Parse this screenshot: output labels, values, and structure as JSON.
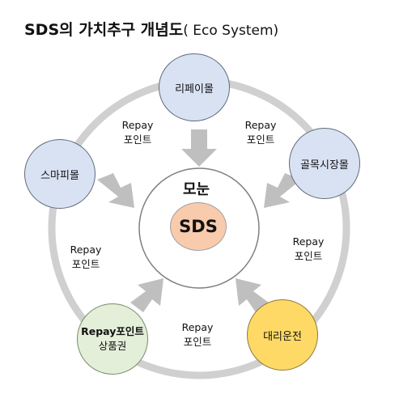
{
  "title": {
    "main": "SDS의 가치추구 개념도",
    "sub": "( Eco System)"
  },
  "center": {
    "label": "모눈",
    "core": "SDS"
  },
  "nodes": {
    "top": "리페이몰",
    "left": "스마피몰",
    "right": "골목시장몰",
    "bottom_left_line1": "Repay포인트",
    "bottom_left_line2": "상품권",
    "bottom_right": "대리운전"
  },
  "points": [
    {
      "line1": "Repay",
      "line2": "포인트"
    },
    {
      "line1": "Repay",
      "line2": "포인트"
    },
    {
      "line1": "Repay",
      "line2": "포인트"
    },
    {
      "line1": "Repay",
      "line2": "포인트"
    },
    {
      "line1": "Repay",
      "line2": "포인트"
    }
  ],
  "colors": {
    "blue_node": "#d9e2f3",
    "green_node": "#e3efd9",
    "yellow_node": "#ffd966",
    "core": "#f8cbad",
    "ring": "#d0d0d0",
    "arrow": "#bfbfbf"
  }
}
